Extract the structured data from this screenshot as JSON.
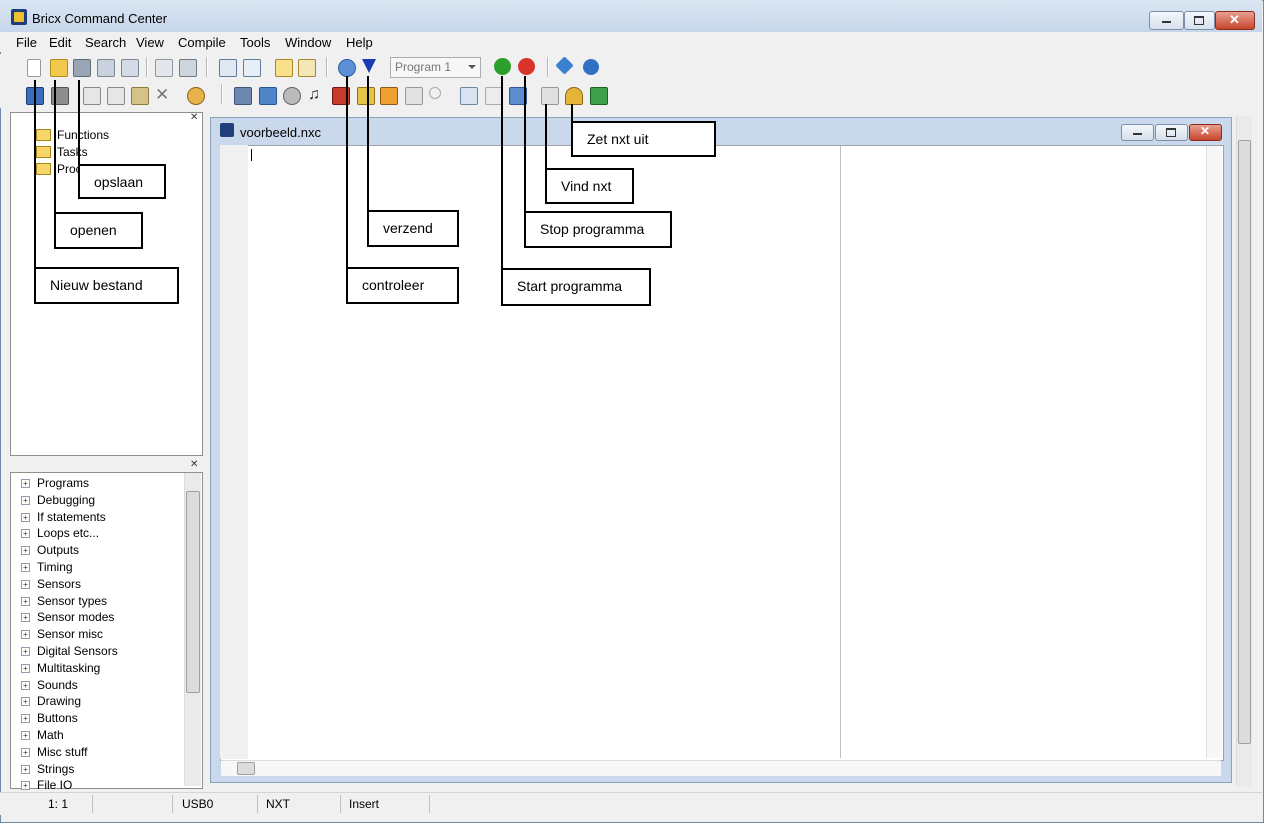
{
  "app": {
    "title": "Bricx Command Center"
  },
  "menu": [
    "File",
    "Edit",
    "Search",
    "View",
    "Compile",
    "Tools",
    "Window",
    "Help"
  ],
  "toolbar": {
    "program_select": "Program 1"
  },
  "upper_tree": {
    "items": [
      "Functions",
      "Tasks",
      "Proc"
    ]
  },
  "lower_tree": {
    "items": [
      "Programs",
      "Debugging",
      "If statements",
      "Loops etc...",
      "Outputs",
      "Timing",
      "Sensors",
      "Sensor types",
      "Sensor modes",
      "Sensor misc",
      "Digital Sensors",
      "Multitasking",
      "Sounds",
      "Drawing",
      "Buttons",
      "Math",
      "Misc stuff",
      "Strings",
      "File IO"
    ]
  },
  "document": {
    "filename": "voorbeeld.nxc"
  },
  "status": {
    "position": "1: 1",
    "port": "USB0",
    "brick": "NXT",
    "mode": "Insert"
  },
  "callouts": {
    "opslaan": "opslaan",
    "openen": "openen",
    "nieuw": "Nieuw bestand",
    "verzend": "verzend",
    "controleer": "controleer",
    "start": "Start programma",
    "stop": "Stop programma",
    "vind": "Vind nxt",
    "zet_uit": "Zet nxt uit"
  },
  "colors": {
    "titlebar": "#c6d6ea",
    "close_button": "#c7452d",
    "run_green": "#2aa02a",
    "stop_red": "#d8342a"
  }
}
